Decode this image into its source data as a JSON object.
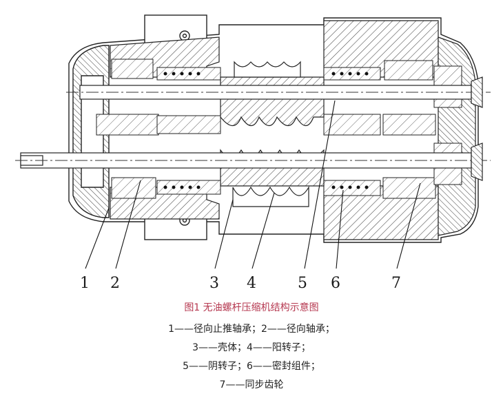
{
  "figure": {
    "title": "图1 无油螺杆压缩机结构示意图",
    "callouts": [
      "1",
      "2",
      "3",
      "4",
      "5",
      "6",
      "7"
    ],
    "legend": [
      "1——径向止推轴承；2——径向轴承；",
      "3——壳体；4——阳转子；",
      "5——阴转子；6——密封组件；",
      "7——同步齿轮"
    ]
  }
}
